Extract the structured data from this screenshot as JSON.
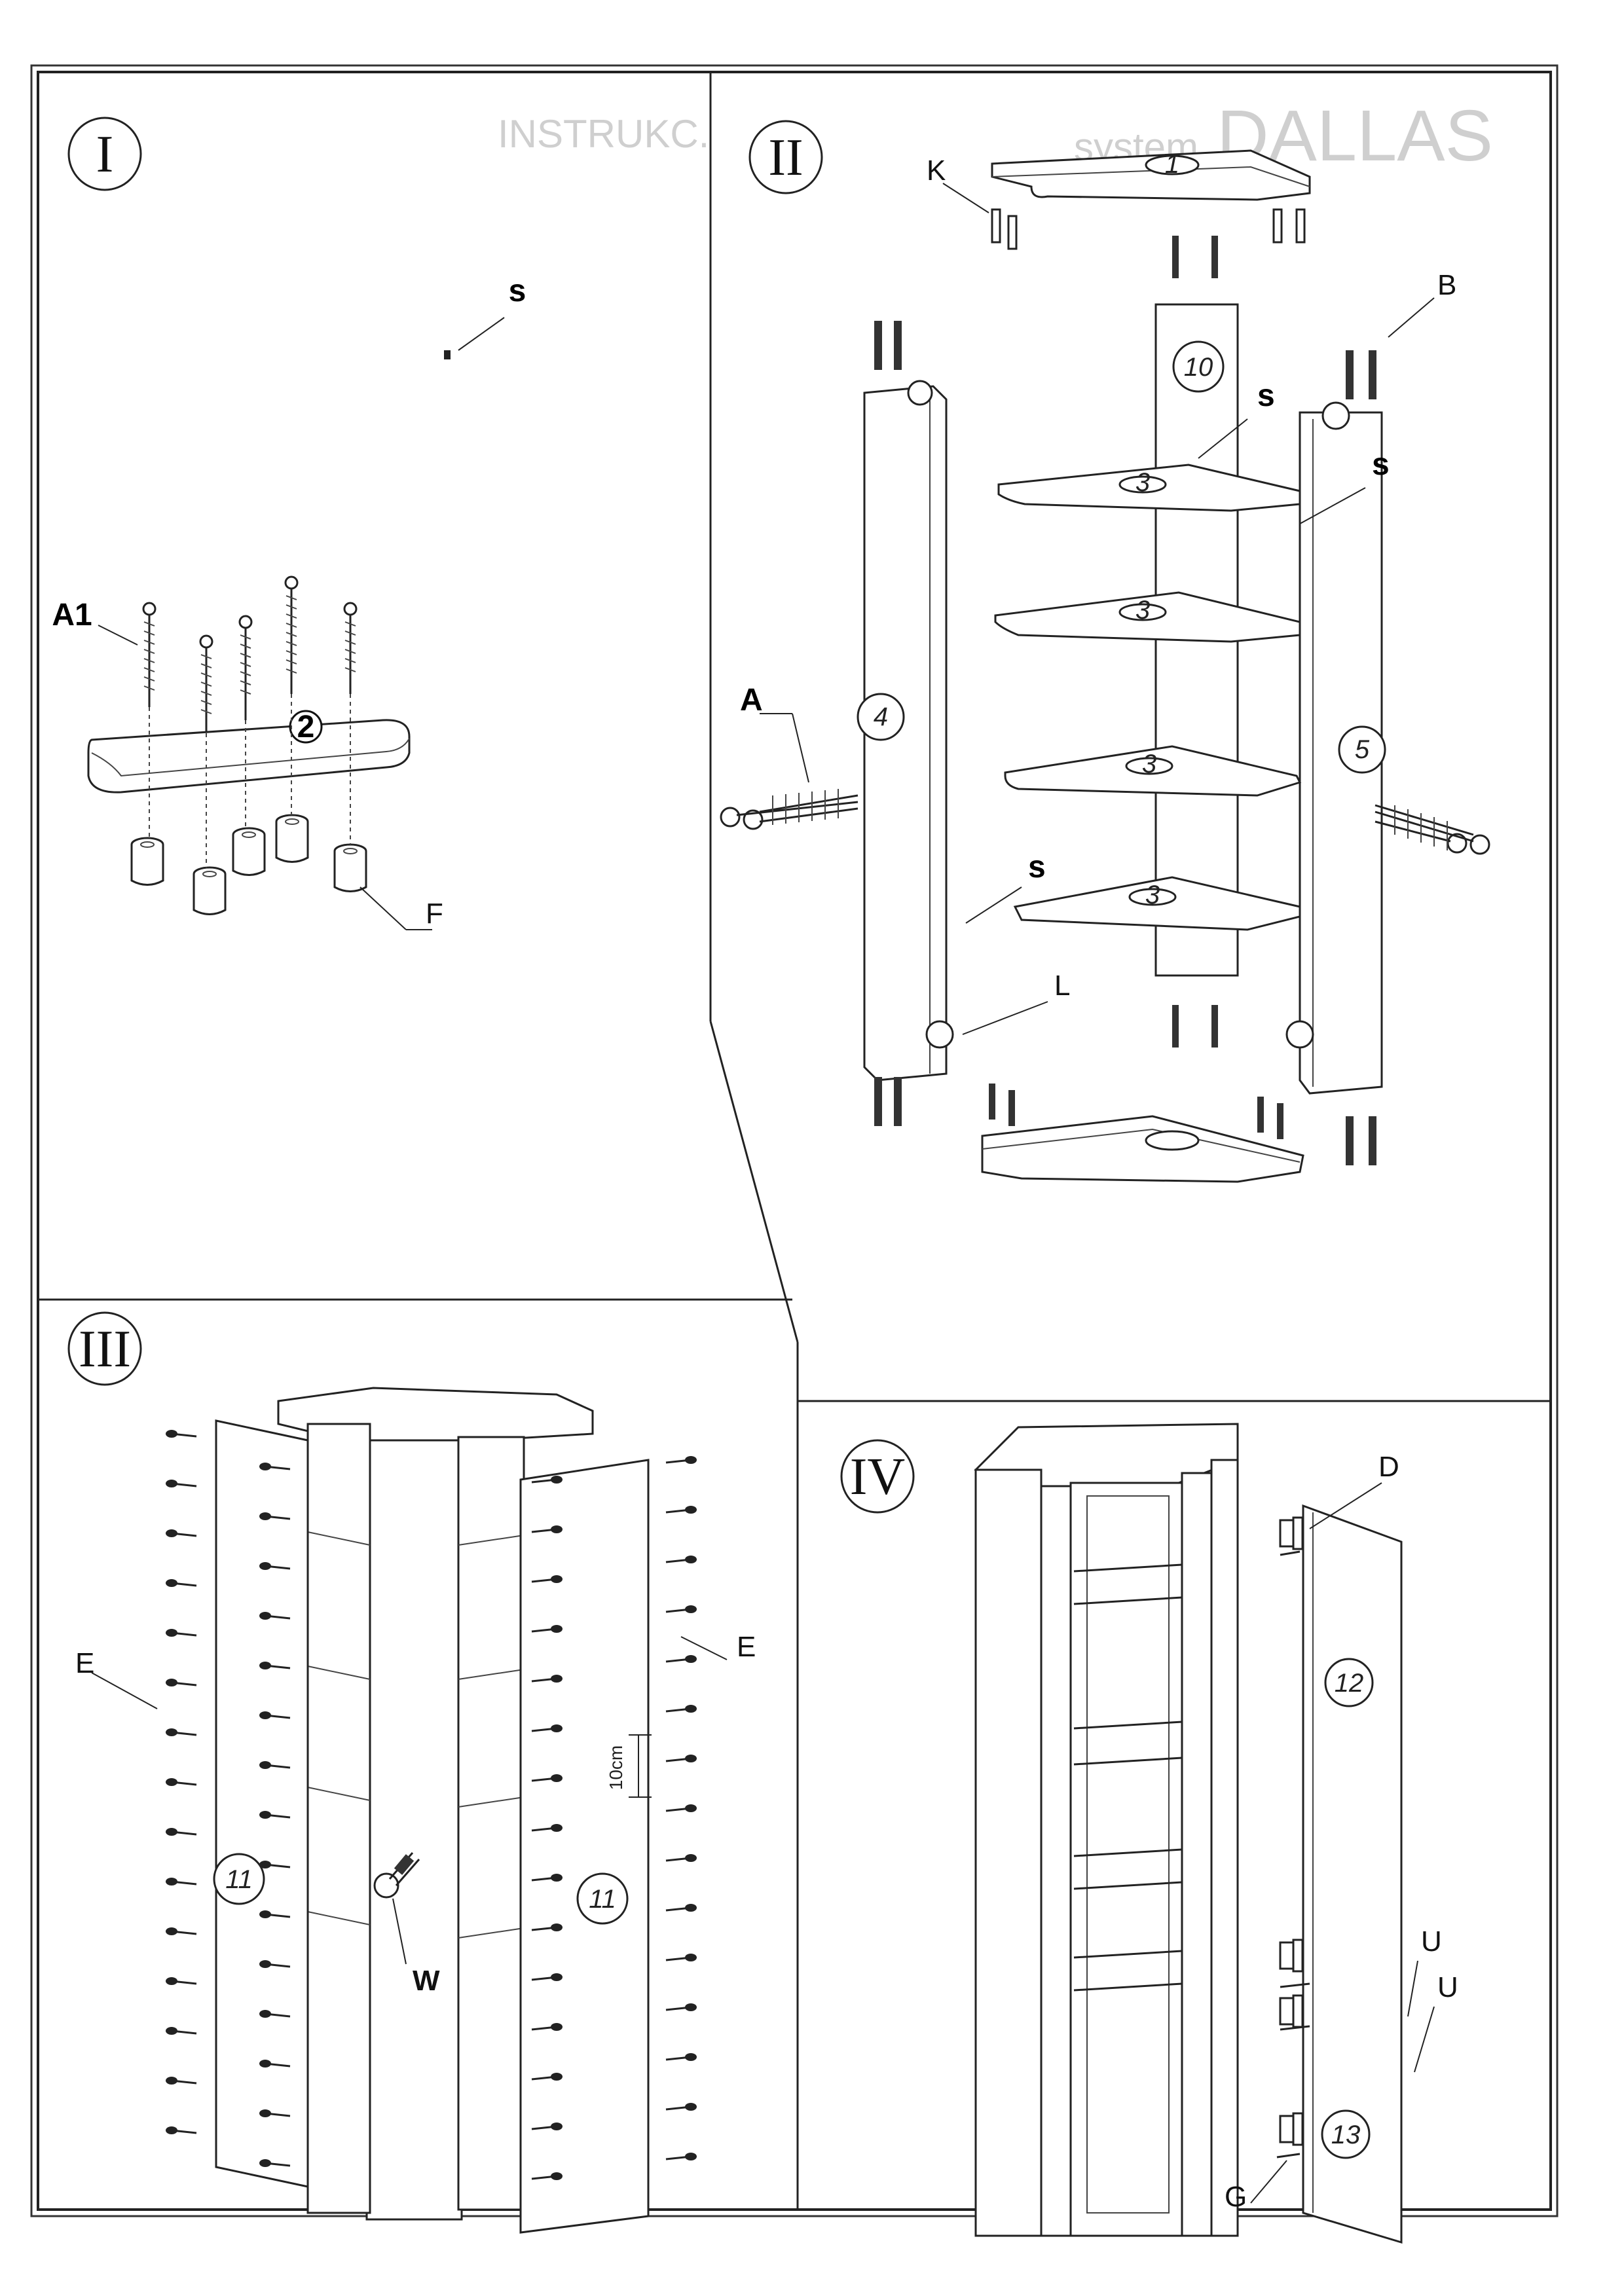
{
  "background_text": {
    "system": "system",
    "brand": "DALLAS",
    "instrukcja": "INSTRUKC."
  },
  "steps": [
    {
      "roman": "I"
    },
    {
      "roman": "II"
    },
    {
      "roman": "III"
    },
    {
      "roman": "IV"
    }
  ],
  "step1": {
    "label_s": "s",
    "label_a1": "A1",
    "label_f": "F",
    "part_2": "2"
  },
  "step2": {
    "label_k": "K",
    "label_b": "B",
    "label_s1": "s",
    "label_s2": "s",
    "label_s3": "s",
    "label_a": "A",
    "label_l": "L",
    "part_1": "1",
    "part_10": "10",
    "part_4": "4",
    "part_5": "5",
    "part_3": "3"
  },
  "step3": {
    "label_e_left": "E",
    "label_e_right": "E",
    "label_w": "W",
    "dimension": "10cm",
    "part_11_left": "11",
    "part_11_right": "11"
  },
  "step4": {
    "label_d": "D",
    "label_u1": "U",
    "label_u2": "U",
    "label_g": "G",
    "part_12": "12",
    "part_13": "13"
  }
}
